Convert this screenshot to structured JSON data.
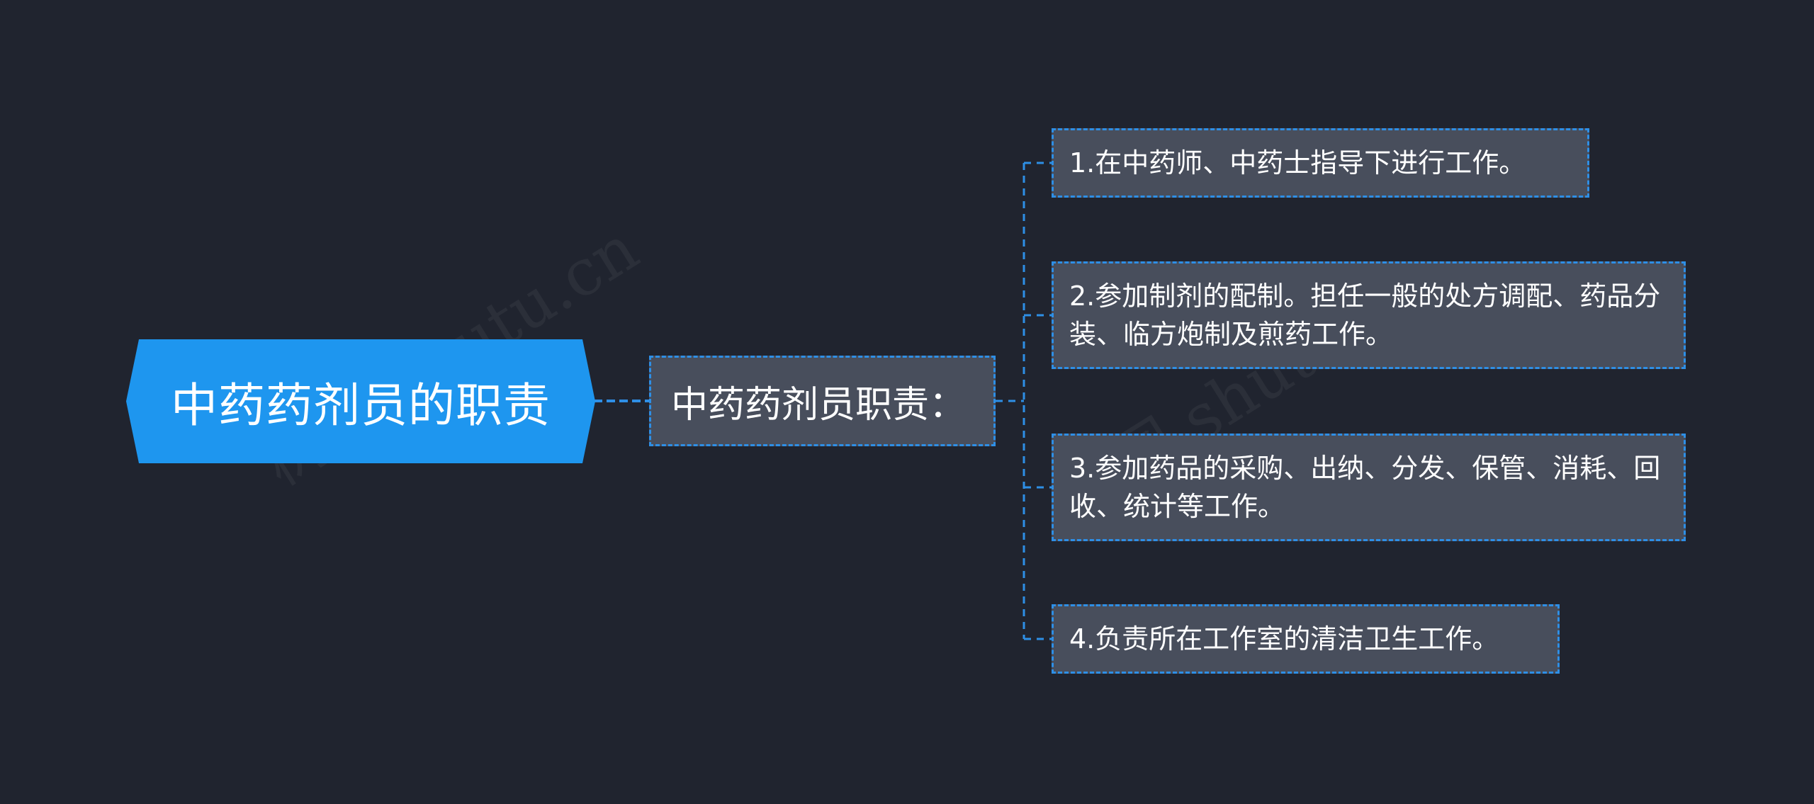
{
  "root": {
    "label": "中药药剂员的职责"
  },
  "branch": {
    "label": "中药药剂员职责："
  },
  "leaves": [
    {
      "text": "1.在中药师、中药士指导下进行工作。"
    },
    {
      "text": "2.参加制剂的配制。担任一般的处方调配、药品分装、临方炮制及煎药工作。"
    },
    {
      "text": "3.参加药品的采购、出纳、分发、保管、消耗、回收、统计等工作。"
    },
    {
      "text": "4.负责所在工作室的清洁卫生工作。"
    }
  ],
  "colors": {
    "background": "#20242f",
    "root_fill": "#1e96ef",
    "node_fill": "#484e5c",
    "connector": "#2e8fe6",
    "text": "#ffffff"
  }
}
